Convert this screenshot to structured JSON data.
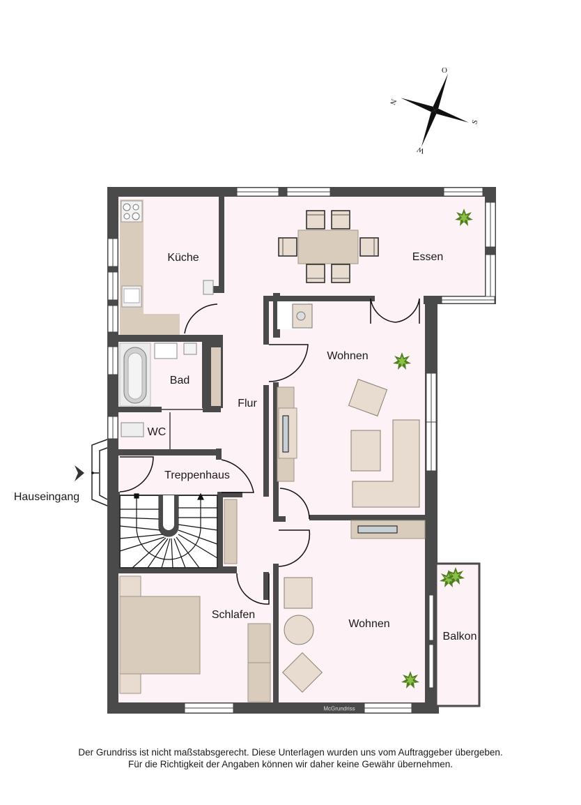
{
  "plan": {
    "brand": "McGrundriss",
    "compass": {
      "north": "N",
      "east": "O",
      "south": "S",
      "west": "W"
    },
    "rooms": {
      "kueche": "Küche",
      "essen": "Essen",
      "bad": "Bad",
      "flur": "Flur",
      "wc": "WC",
      "treppenhaus": "Treppenhaus",
      "wohnen_1": "Wohnen",
      "wohnen_2": "Wohnen",
      "schlafen": "Schlafen",
      "balkon": "Balkon"
    },
    "entrance_label": "Hauseingang",
    "colors": {
      "wall": "#4a4a4a",
      "floor": "#fdf2f5",
      "furniture": "#d9ccbd",
      "furniture_stroke": "#a09484",
      "plant": "#5a8a2a"
    }
  },
  "footer": {
    "line1": "Der Grundriss ist nicht maßstabsgerecht. Diese Unterlagen wurden uns vom Auftraggeber übergeben.",
    "line2": "Für die Richtigkeit der Angaben können wir daher keine Gewähr übernehmen."
  }
}
